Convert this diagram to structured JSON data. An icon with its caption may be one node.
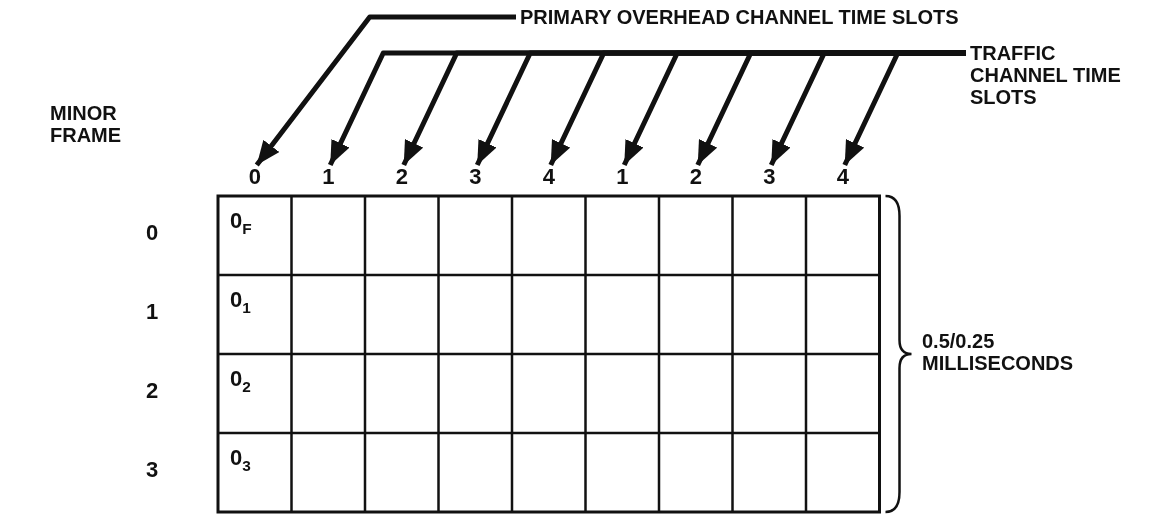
{
  "diagram": {
    "nodes": [
      {
        "text": [
          "PRIMARY OVERHEAD CHANNEL TIME SLOTS"
        ]
      },
      {
        "text": [
          "TRAFFIC CHANNEL TIME SLOTS"
        ]
      },
      {
        "text": [
          "0"
        ]
      },
      {
        "text": [
          "1"
        ]
      },
      {
        "text": [
          "2"
        ]
      },
      {
        "text": [
          "3"
        ]
      },
      {
        "text": [
          "4"
        ]
      },
      {
        "text": [
          "1"
        ]
      },
      {
        "text": [
          "2"
        ]
      },
      {
        "text": [
          "3"
        ]
      },
      {
        "text": [
          "4"
        ]
      }
    ],
    "edges": [
      {
        "from": 0,
        "to": 2,
        "arrow": "to"
      },
      {
        "from": 1,
        "to": 3,
        "arrow": "to"
      },
      {
        "from": 1,
        "to": 4,
        "arrow": "to"
      },
      {
        "from": 1,
        "to": 5,
        "arrow": "to"
      },
      {
        "from": 1,
        "to": 6,
        "arrow": "to"
      },
      {
        "from": 1,
        "to": 7,
        "arrow": "to"
      },
      {
        "from": 1,
        "to": 8,
        "arrow": "to"
      },
      {
        "from": 1,
        "to": 9,
        "arrow": "to"
      },
      {
        "from": 1,
        "to": 10,
        "arrow": "to"
      }
    ],
    "labels": [
      "MINOR FRAME",
      "0",
      "0$_{F}$",
      "1",
      "0$_{1}$",
      "2",
      "0$_{2}$",
      "3",
      "0$_{3}$",
      "0.5/0.25 MILLISECONDS"
    ]
  }
}
